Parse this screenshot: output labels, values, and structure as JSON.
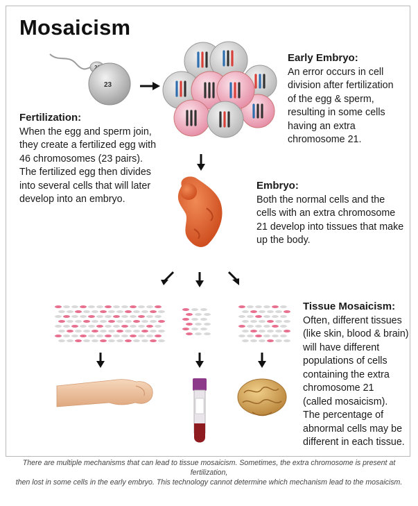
{
  "title": "Mosaicism",
  "sections": {
    "fertilization": {
      "heading": "Fertilization:",
      "body": "When the egg and sperm join,\nthey create a fertilized egg with\n46 chromosomes (23 pairs).\nThe fertilized egg then divides\ninto several cells that will later\ndevelop into an embryo."
    },
    "early_embryo": {
      "heading": "Early Embryo:",
      "body": "An error occurs in cell\ndivision after fertilization\nof the egg & sperm,\nresulting in some cells\nhaving an extra\nchromosome 21."
    },
    "embryo": {
      "heading": "Embryo:",
      "body": "Both the normal cells and the\ncells with an extra chromosome\n21 develop into tissues that make\nup the body."
    },
    "tissue_mosaicism": {
      "heading": "Tissue Mosaicism:",
      "body": "Often, different tissues\n(like skin, blood & brain)\nwill have different\npopulations of cells\ncontaining the extra\nchromosome 21\n(called mosaicism).\nThe percentage of\nabnormal cells may be\ndifferent in each tissue."
    }
  },
  "cell_labels": {
    "sperm": "23",
    "egg": "23"
  },
  "caption": "There are multiple mechanisms that can lead to tissue mosaicism. Sometimes, the extra chromosome is present at fertilization,\nthen lost in some cells in the early embryo. This technology cannot determine which mechanism lead to the mosaicism.",
  "colors": {
    "pink": "#e8708f",
    "pink_light": "#f4b9c8",
    "gray_cell": "#d9d9d9",
    "chrom_blue": "#2f6fb0",
    "chrom_red": "#d9403a",
    "chrom_dark": "#333333",
    "embryo": "#e2622e",
    "blood": "#8e1b1f",
    "tube_cap": "#8e3a8a",
    "brain": "#d8a95a",
    "skin": "#f1c9a5"
  },
  "icons": [
    "sperm-icon",
    "egg-icon",
    "arrow-icon",
    "early-embryo-icon",
    "embryo-icon",
    "skin-cells-icon",
    "blood-cells-icon",
    "brain-cells-icon",
    "arm-icon",
    "blood-tube-icon",
    "brain-icon"
  ]
}
